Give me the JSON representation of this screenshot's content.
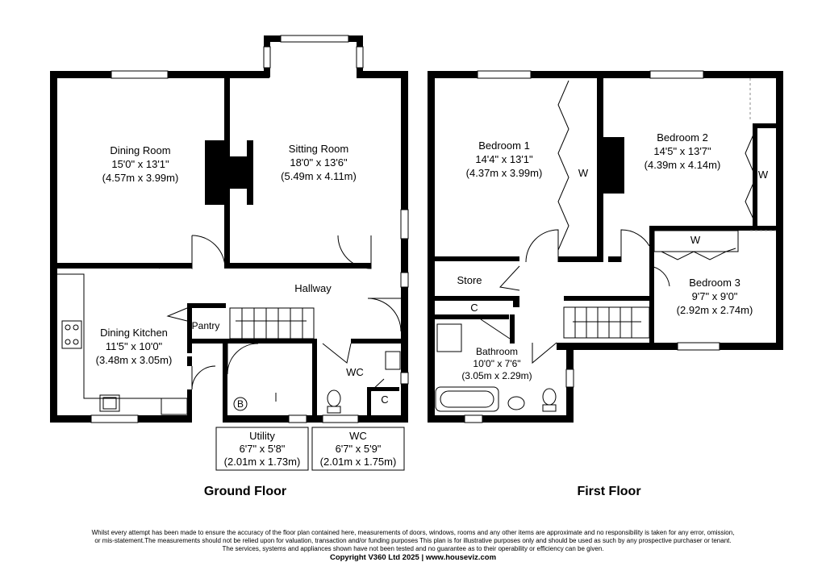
{
  "rooms": {
    "dining_room": {
      "name": "Dining Room",
      "imperial": "15'0\" x 13'1\"",
      "metric": "(4.57m x 3.99m)"
    },
    "sitting_room": {
      "name": "Sitting Room",
      "imperial": "18'0\" x 13'6\"",
      "metric": "(5.49m x 4.11m)"
    },
    "hallway": {
      "name": "Hallway"
    },
    "pantry": {
      "name": "Pantry"
    },
    "dining_kitchen": {
      "name": "Dining Kitchen",
      "imperial": "11'5\" x 10'0\"",
      "metric": "(3.48m x 3.05m)"
    },
    "boiler": {
      "name": "B"
    },
    "wc_ground": {
      "name": "WC"
    },
    "wc_cupboard": {
      "name": "C"
    },
    "utility": {
      "name": "Utility",
      "imperial": "6'7\" x 5'8\"",
      "metric": "(2.01m x 1.73m)"
    },
    "wc_box": {
      "name": "WC",
      "imperial": "6'7\" x 5'9\"",
      "metric": "(2.01m x 1.75m)"
    },
    "bedroom_1": {
      "name": "Bedroom 1",
      "imperial": "14'4\" x 13'1\"",
      "metric": "(4.37m x 3.99m)",
      "wardrobe": "W"
    },
    "bedroom_2": {
      "name": "Bedroom 2",
      "imperial": "14'5\" x 13'7\"",
      "metric": "(4.39m x 4.14m)",
      "wardrobe": "W"
    },
    "bedroom_3": {
      "name": "Bedroom 3",
      "imperial": "9'7\" x 9'0\"",
      "metric": "(2.92m x 2.74m)",
      "wardrobe": "W"
    },
    "store": {
      "name": "Store"
    },
    "landing_cupboard": {
      "name": "C"
    },
    "bathroom": {
      "name": "Bathroom",
      "imperial": "10'0\" x 7'6\"",
      "metric": "(3.05m x 2.29m)"
    }
  },
  "floors": {
    "ground": "Ground Floor",
    "first": "First Floor"
  },
  "footer": {
    "disclaimer_1": "Whilst every attempt has been made to ensure the accuracy of the floor plan contained here, measurements of doors, windows, rooms and any other items are approximate and no responsibility is taken for any error, omission,",
    "disclaimer_2": "or mis-statement.The measurements should not be relied upon for valuation, transaction and/or funding purposes This plan is for illustrative purposes only and should be used as such by any prospective purchaser or tenant.",
    "disclaimer_3": "The services, systems and appliances shown have not been tested and no guarantee as to their operability or efficiency can be given.",
    "copyright": "Copyright V360 Ltd 2025 | www.houseviz.com"
  }
}
